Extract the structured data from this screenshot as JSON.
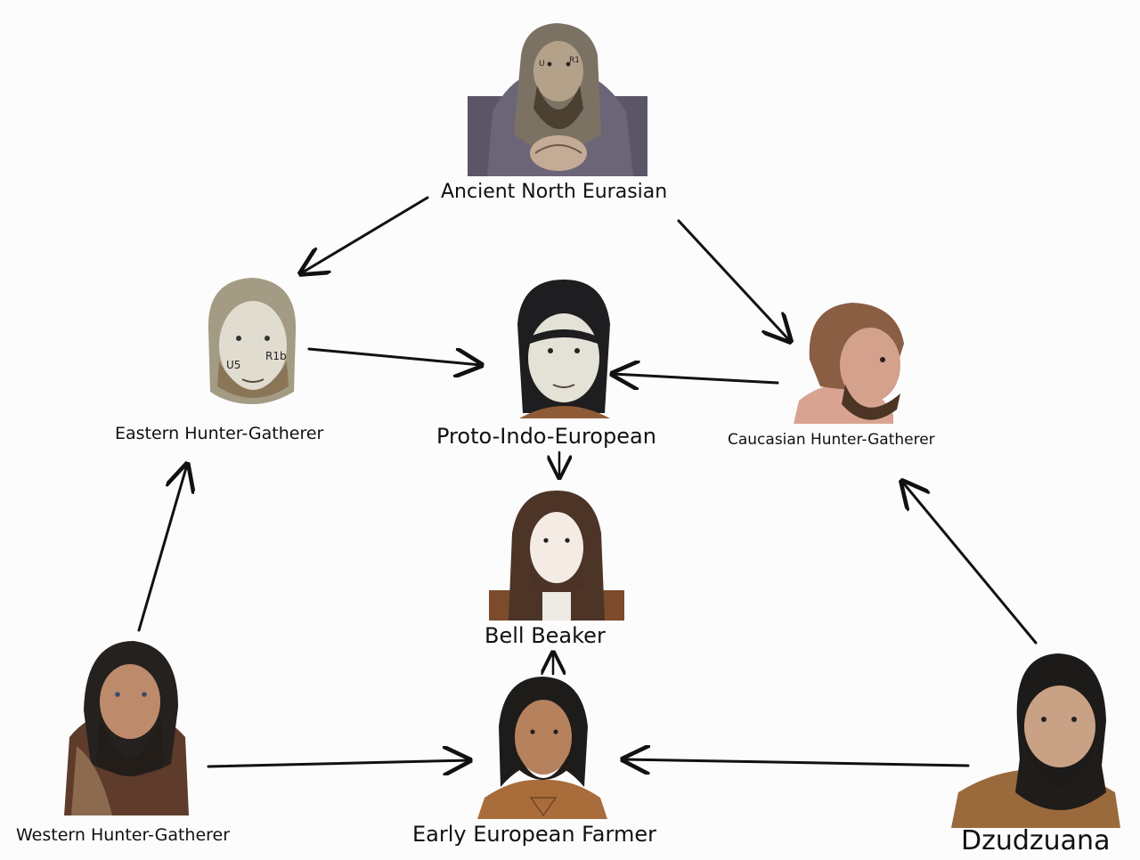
{
  "nodes": {
    "ane": {
      "label": "Ancient North Eurasian",
      "cheek_marks": [
        "U",
        "R1"
      ]
    },
    "ehg": {
      "label": "Eastern Hunter-Gatherer",
      "cheek_marks": [
        "U5",
        "R1b"
      ]
    },
    "pie": {
      "label": "Proto-Indo-European"
    },
    "chg": {
      "label": "Caucasian Hunter-Gatherer"
    },
    "bb": {
      "label": "Bell Beaker"
    },
    "whg": {
      "label": "Western Hunter-Gatherer"
    },
    "eef": {
      "label": "Early European Farmer"
    },
    "dz": {
      "label": "Dzudzuana"
    }
  },
  "colors": {
    "background": "#fcfcfc",
    "arrow": "#111111",
    "text": "#111111"
  }
}
